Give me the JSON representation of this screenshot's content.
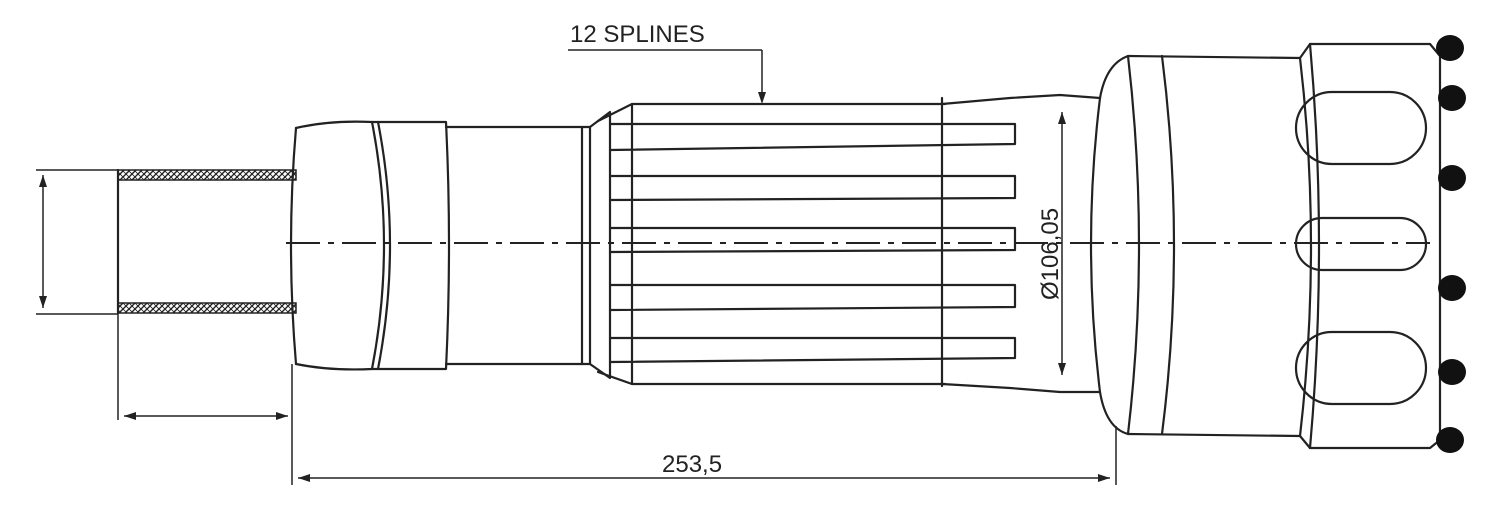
{
  "callout": {
    "label": "12 SPLINES"
  },
  "dimensions": {
    "length": "253,5",
    "diameter": "Ø106,05"
  },
  "colors": {
    "line": "#222222",
    "background": "#ffffff"
  }
}
